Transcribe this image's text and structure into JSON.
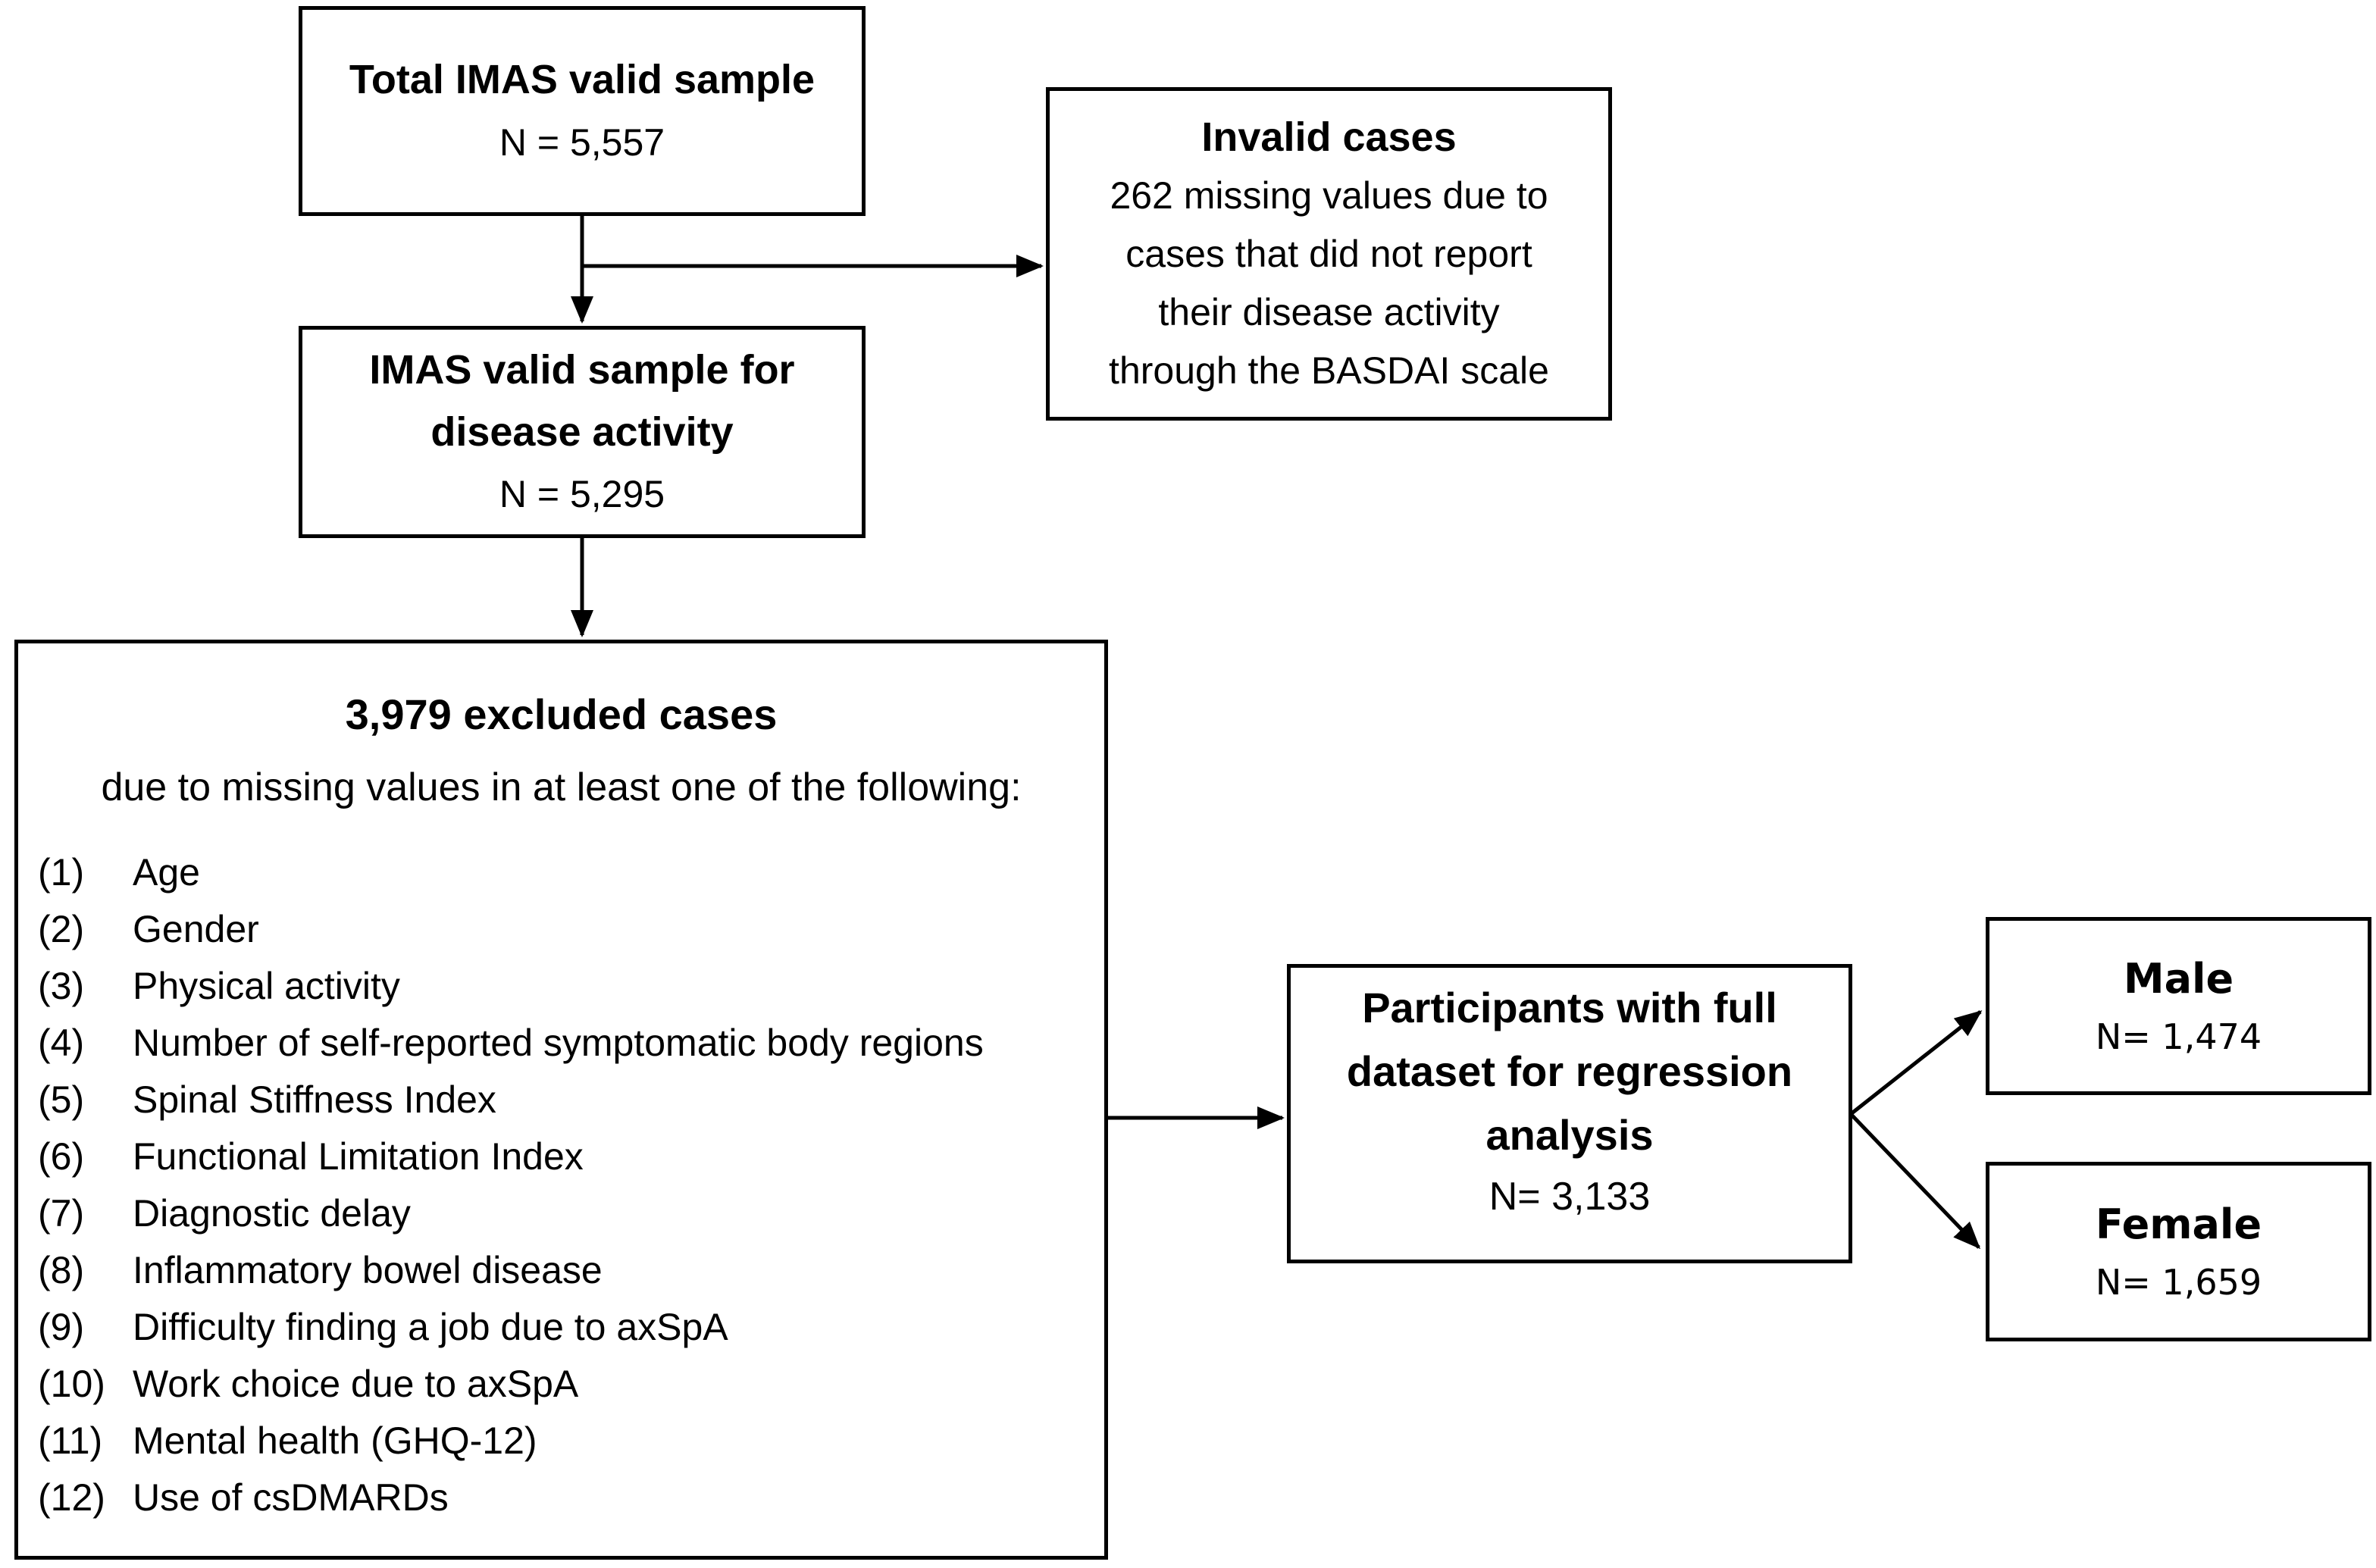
{
  "colors": {
    "line": "#000000",
    "text": "#000000",
    "background": "#ffffff"
  },
  "flowchart": {
    "box_total": {
      "title": "Total IMAS valid sample",
      "n": "N = 5,557"
    },
    "box_invalid": {
      "title": "Invalid cases",
      "lines": [
        "262 missing values due to",
        "cases that did not report",
        "their disease activity",
        "through the BASDAI scale"
      ]
    },
    "box_disease_activity": {
      "title_line1": "IMAS valid sample for",
      "title_line2": "disease activity",
      "n": "N = 5,295"
    },
    "box_excluded": {
      "title": "3,979 excluded cases",
      "subtitle": "due to missing values in at least one of the following:",
      "items": [
        {
          "num": "(1)",
          "text": "Age"
        },
        {
          "num": "(2)",
          "text": "Gender"
        },
        {
          "num": "(3)",
          "text": "Physical activity"
        },
        {
          "num": "(4)",
          "text": "Number of self-reported symptomatic body regions"
        },
        {
          "num": "(5)",
          "text": "Spinal Stiffness Index"
        },
        {
          "num": "(6)",
          "text": "Functional Limitation Index"
        },
        {
          "num": "(7)",
          "text": "Diagnostic delay"
        },
        {
          "num": "(8)",
          "text": "Inflammatory bowel disease"
        },
        {
          "num": "(9)",
          "text": "Difficulty finding a job due to axSpA"
        },
        {
          "num": "(10)",
          "text": "Work choice due to axSpA"
        },
        {
          "num": "(11)",
          "text": "Mental health (GHQ-12)"
        },
        {
          "num": "(12)",
          "text": "Use of csDMARDs"
        }
      ]
    },
    "box_full_dataset": {
      "title_line1": "Participants with full",
      "title_line2": "dataset for regression",
      "title_line3": "analysis",
      "n": "N= 3,133"
    },
    "box_male": {
      "title": "Male",
      "n": "N= 1,474"
    },
    "box_female": {
      "title": "Female",
      "n": "N= 1,659"
    }
  }
}
